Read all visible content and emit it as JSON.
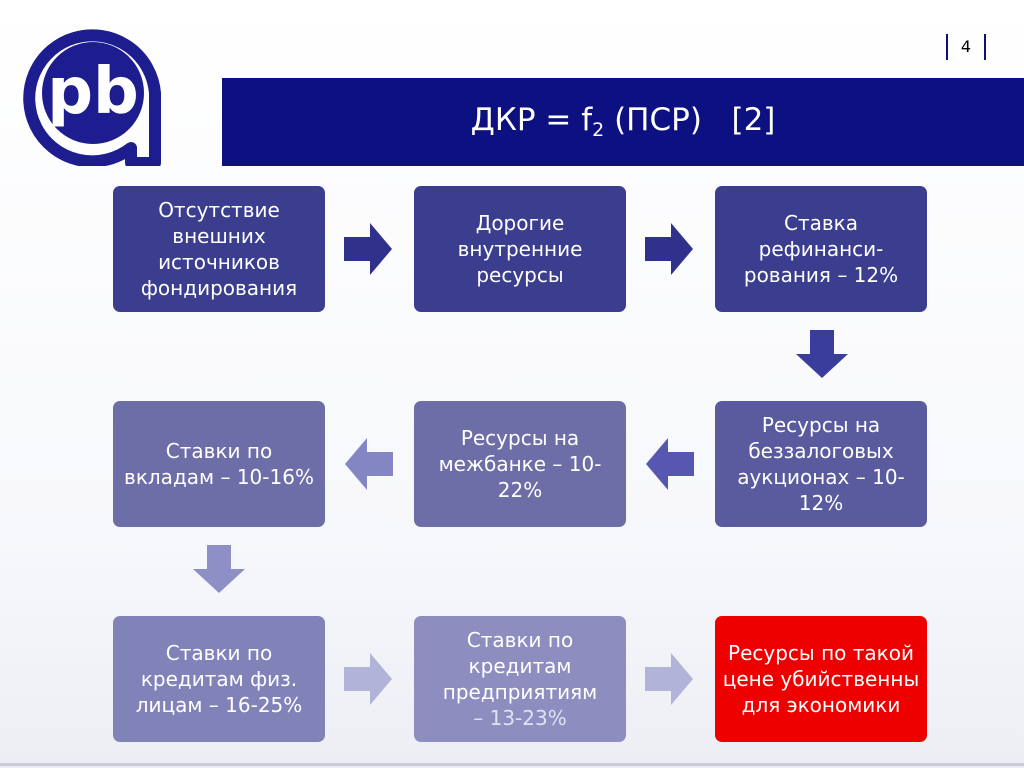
{
  "page_number": "4",
  "title": {
    "main": "ДКР = f",
    "subscript": "2",
    "rest": " (ПСР)   [2]"
  },
  "colors": {
    "title_bar": "#0c1080",
    "row1": "#3b3d8e",
    "row2": "#6d6ea8",
    "row3": "#8d8ebf",
    "alert": "#ee0000"
  },
  "boxes": {
    "b1": "Отсутствие внешних источников фондирования",
    "b2": "Дорогие внутренние ресурсы",
    "b3": "Ставка рефинанси-рования – 12%",
    "b4": "Ресурсы на беззалоговых аукционах – 10-12%",
    "b5": "Ресурсы на межбанке – 10-22%",
    "b6": "Ставки по вкладам – 10-16%",
    "b7": "Ставки по кредитам физ. лицам – 16-25%",
    "b8_main": "Ставки по кредитам предприятиям",
    "b8_rate": "– 13-23%",
    "b9": "Ресурсы по такой цене убийственны для экономики"
  },
  "icons": {
    "logo": "rb-bank-logo",
    "arrow": "block-arrow"
  }
}
